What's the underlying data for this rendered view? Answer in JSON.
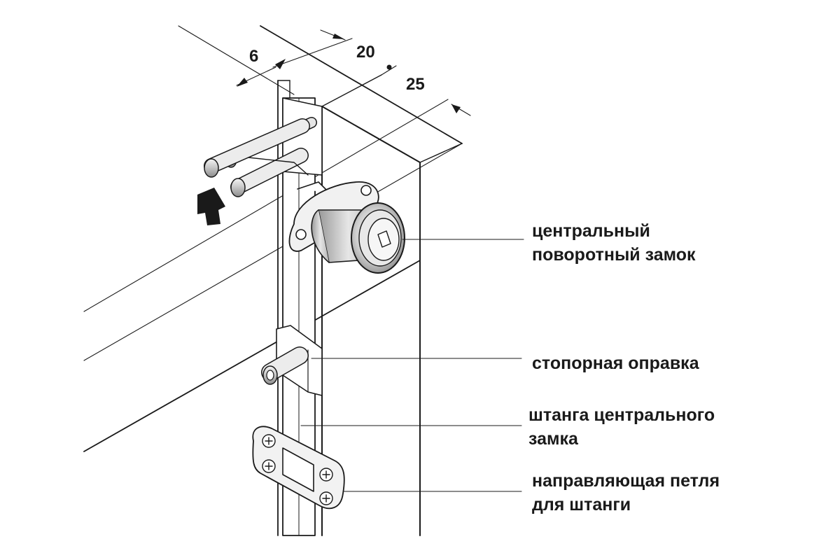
{
  "dimensions": {
    "d6": "6",
    "d20": "20",
    "d25": "25"
  },
  "labels": {
    "central_lock": [
      "центральный",
      "поворотный замок"
    ],
    "stop_pin": [
      "стопорная оправка"
    ],
    "lock_rod": [
      "штанга центрального",
      "замка"
    ],
    "rod_guide": [
      "направляющая петля",
      "для штанги"
    ]
  },
  "colors": {
    "line": "#1a1a1a",
    "fill_light": "#f2f2f2",
    "fill_mid": "#d8d8d8",
    "fill_dark": "#a9a9a9"
  }
}
